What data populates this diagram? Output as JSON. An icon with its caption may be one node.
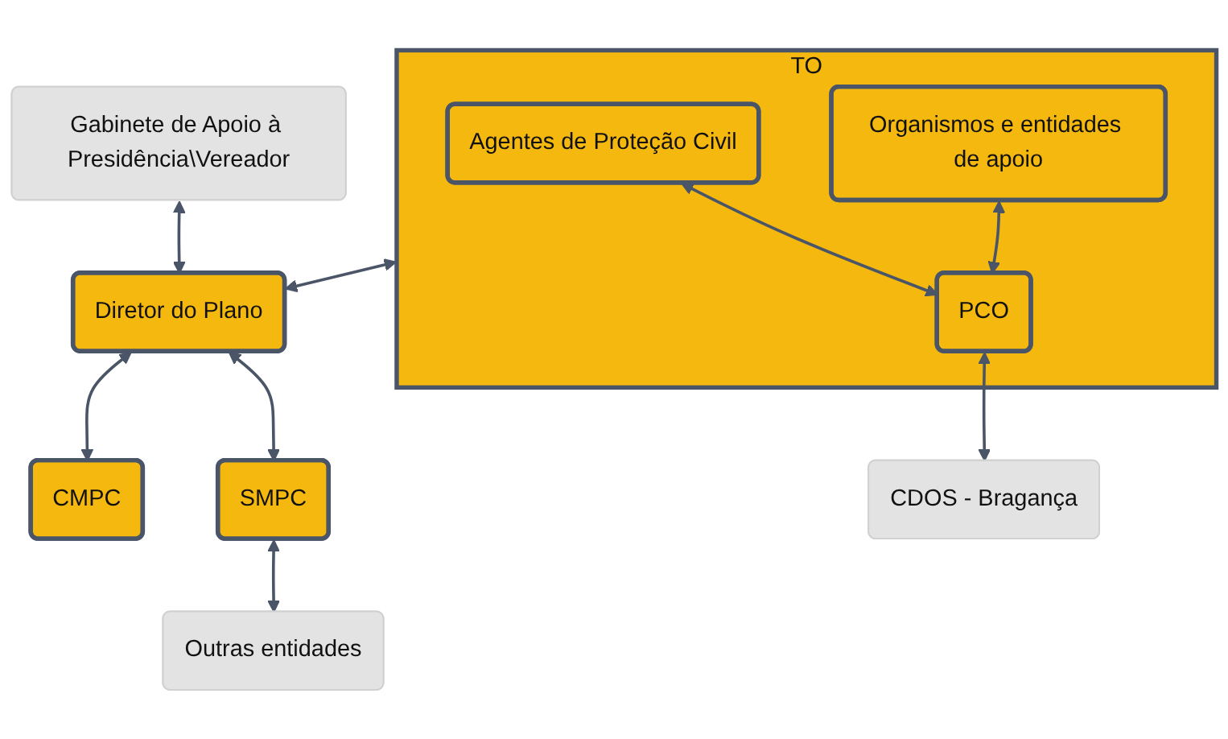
{
  "diagram": {
    "nodes": [
      {
        "text": [
          "TO"
        ]
      },
      {
        "text": [
          "Agentes de Proteção Civil"
        ],
        "in": 0
      },
      {
        "text": [
          "Organismos e entidades de apoio"
        ],
        "in": 0
      },
      {
        "text": [
          "PCO"
        ],
        "in": 0
      },
      {
        "text": [
          "Gabinete de Apoio à Presidência\\Vereador"
        ]
      },
      {
        "text": [
          "Diretor do Plano"
        ]
      },
      {
        "text": [
          "CMPC"
        ]
      },
      {
        "text": [
          "SMPC"
        ]
      },
      {
        "text": [
          "CDOS - Bragança"
        ]
      },
      {
        "text": [
          "Outras entidades"
        ]
      }
    ],
    "edges": [
      {
        "from": 1,
        "to": 3,
        "arrow": "both"
      },
      {
        "from": 2,
        "to": 3,
        "arrow": "both"
      },
      {
        "from": 3,
        "to": 8,
        "arrow": "both"
      },
      {
        "from": 0,
        "to": 5,
        "arrow": "both"
      },
      {
        "from": 4,
        "to": 5,
        "arrow": "both"
      },
      {
        "from": 5,
        "to": 6,
        "arrow": "both"
      },
      {
        "from": 5,
        "to": 7,
        "arrow": "both"
      },
      {
        "from": 7,
        "to": 9,
        "arrow": "both"
      }
    ]
  }
}
